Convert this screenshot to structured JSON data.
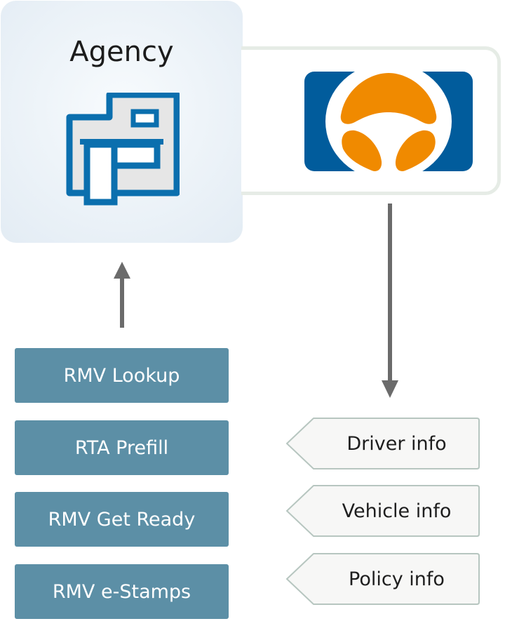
{
  "agency": {
    "title": "Agency",
    "icon": "building-icon",
    "colors": {
      "stroke": "#0b6fae",
      "fill": "#e6e6e6"
    }
  },
  "logo": {
    "icon": "steering-wheel-icon",
    "colors": {
      "blue": "#015c9c",
      "orange": "#f08a00"
    }
  },
  "flows": [
    {
      "direction": "up",
      "from": "services",
      "to": "agency"
    },
    {
      "direction": "down",
      "from": "logo",
      "to": "info"
    }
  ],
  "services": [
    {
      "label": "RMV Lookup"
    },
    {
      "label": "RTA Prefill"
    },
    {
      "label": "RMV Get Ready"
    },
    {
      "label": "RMV e-Stamps"
    }
  ],
  "info": [
    {
      "label": "Driver info"
    },
    {
      "label": "Vehicle info"
    },
    {
      "label": "Policy info"
    }
  ],
  "colors": {
    "service_box": "#5c8fa6",
    "arrow": "#6b6b6b",
    "info_border": "#b7c6c0",
    "info_fill": "#f7f7f6"
  }
}
